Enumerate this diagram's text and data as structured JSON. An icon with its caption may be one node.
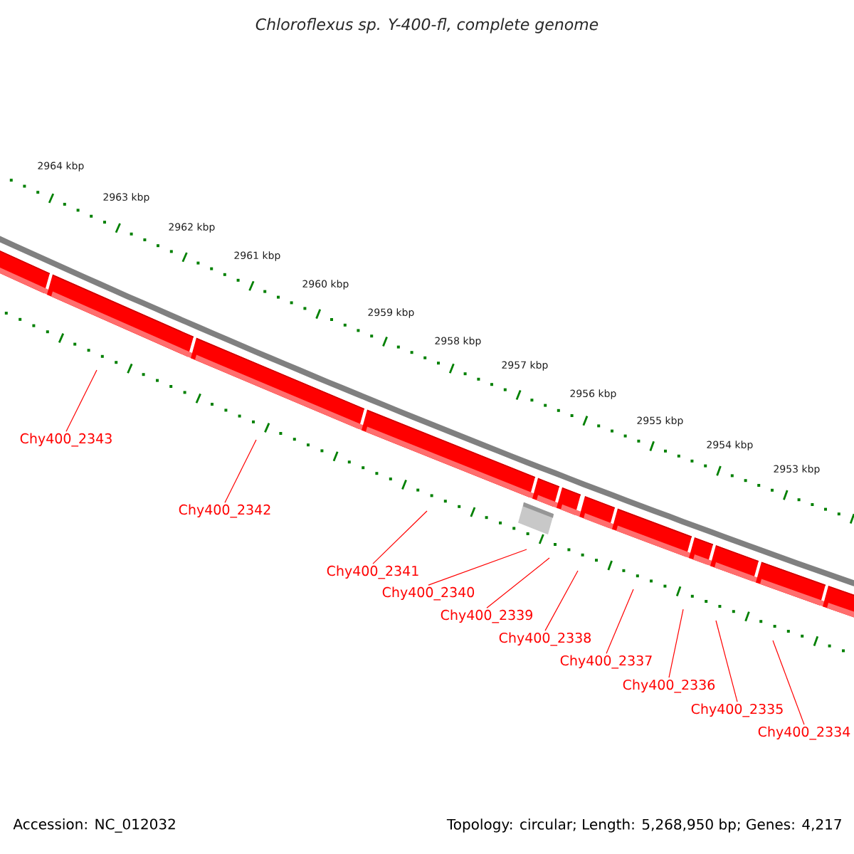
{
  "diagram": {
    "title": "*Chloroflexus* sp. Y-400-fl, complete genome",
    "nodes": [
      {
        "text": [
          "Chy400_2343"
        ]
      },
      {
        "text": [
          "Chy400_2342"
        ]
      },
      {
        "text": [
          "Chy400_2341"
        ]
      },
      {
        "text": [
          "Chy400_2340"
        ]
      },
      {
        "text": [
          "Chy400_2339"
        ]
      },
      {
        "text": [
          "Chy400_2338"
        ]
      },
      {
        "text": [
          "Chy400_2337"
        ]
      },
      {
        "text": [
          "Chy400_2336"
        ]
      },
      {
        "text": [
          "Chy400_2335"
        ]
      },
      {
        "text": [
          "Chy400_2334"
        ]
      }
    ],
    "edges": [
      {
        "from": 0,
        "to": null,
        "arrow": "none"
      },
      {
        "from": 1,
        "to": null,
        "arrow": "none"
      },
      {
        "from": 2,
        "to": null,
        "arrow": "none"
      },
      {
        "from": 3,
        "to": null,
        "arrow": "none"
      },
      {
        "from": 4,
        "to": null,
        "arrow": "none"
      },
      {
        "from": 5,
        "to": null,
        "arrow": "none"
      },
      {
        "from": 6,
        "to": null,
        "arrow": "none"
      },
      {
        "from": 7,
        "to": null,
        "arrow": "none"
      },
      {
        "from": 8,
        "to": null,
        "arrow": "none"
      },
      {
        "from": 9,
        "to": null,
        "arrow": "none"
      }
    ],
    "labels": [
      "2964 kbp",
      "2963 kbp",
      "2962 kbp",
      "2961 kbp",
      "2960 kbp",
      "2959 kbp",
      "2958 kbp",
      "2957 kbp",
      "2956 kbp",
      "2955 kbp",
      "2954 kbp",
      "2953 kbp",
      "Accession: NC_012032",
      "Topology: circular; Length: 5,268,950 bp; Genes: 4,217"
    ]
  }
}
